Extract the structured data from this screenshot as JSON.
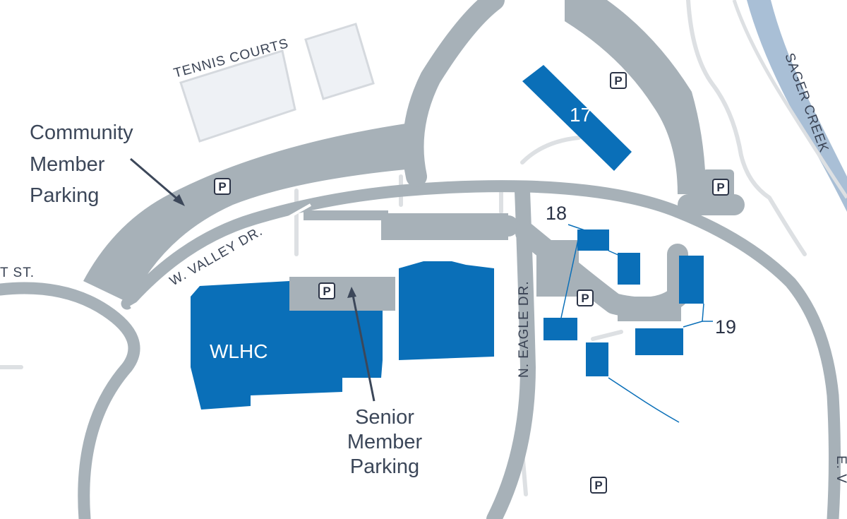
{
  "map": {
    "colors": {
      "background": "#ffffff",
      "road": "#a7b1b8",
      "path": "#dde0e3",
      "court": "#eef1f5",
      "building": "#0a6fb8",
      "creek": "#a9bfd6",
      "text": "#3c4759"
    },
    "callouts": {
      "community_line1": "Community",
      "community_line2": "Member",
      "community_line3": "Parking",
      "senior_line1": "Senior",
      "senior_line2": "Member",
      "senior_line3": "Parking"
    },
    "roads": {
      "w_valley": "W. VALLEY DR.",
      "n_eagle": "N. EAGLE DR.",
      "sager_creek": "SAGER CREEK",
      "st": "T ST.",
      "e_partial": "E. V"
    },
    "areas": {
      "tennis": "TENNIS COURTS"
    },
    "buildings": {
      "wlhc": "WLHC",
      "b17": "17",
      "b18": "18",
      "b19": "19"
    },
    "parking": {
      "symbol": "P",
      "icon": "parking-sign-icon"
    }
  }
}
